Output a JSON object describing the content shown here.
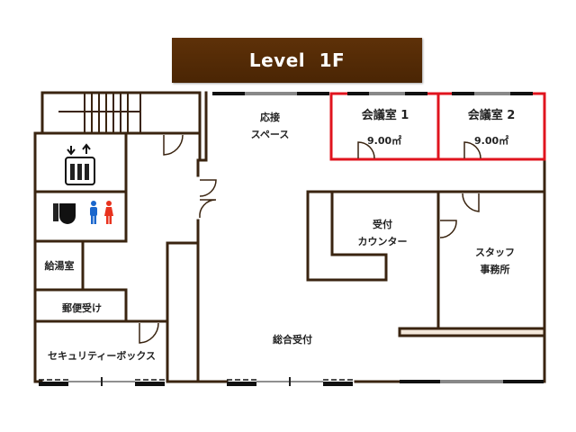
{
  "title": "Level  1F",
  "colors": {
    "title_bg": "#5a2e06",
    "wall": "#3a2410",
    "meeting_room_outline": "#e0141e",
    "window_dark": "#111111",
    "window_gray": "#888888",
    "male_icon": "#1a66cc",
    "female_icon": "#e8321e"
  },
  "rooms": {
    "reception_space": {
      "line1": "応接",
      "line2": "スペース"
    },
    "meeting_room_1": {
      "name": "会議室 1",
      "area": "9.00㎡"
    },
    "meeting_room_2": {
      "name": "会議室 2",
      "area": "9.00㎡"
    },
    "reception_counter": {
      "line1": "受付",
      "line2": "カウンター"
    },
    "staff_office": {
      "line1": "スタッフ",
      "line2": "事務所"
    },
    "kitchenette": "給湯室",
    "mailboxes": "郵便受け",
    "security_box": "セキュリティーボックス",
    "general_reception": "総合受付"
  },
  "icons": [
    "elevator-icon",
    "toilet-icon",
    "male-restroom-icon",
    "female-restroom-icon"
  ]
}
